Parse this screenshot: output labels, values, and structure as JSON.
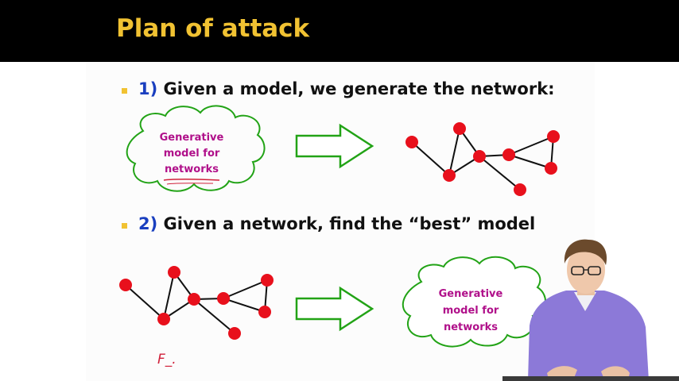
{
  "slide": {
    "title": "Plan of attack",
    "bullets": [
      {
        "number": "1)",
        "text": "Given a model, we generate the network:"
      },
      {
        "number": "2)",
        "text": "Given a network, find the “best” model"
      }
    ],
    "cloud_top_lines": [
      "Generative",
      "model for",
      "networks"
    ],
    "cloud_bottom_lines": [
      "Generative",
      "model for",
      "networks"
    ],
    "handwritten_note": "F_."
  },
  "colors": {
    "title_bar": "#000000",
    "title_text": "#f1c232",
    "bullet_marker": "#f1c232",
    "bullet_number": "#1a3fbf",
    "cloud_outline": "#22a316",
    "cloud_text": "#b0108a",
    "arrow_outline": "#22a316",
    "node_fill": "#e8101c",
    "edge": "#111111",
    "annotation_ink": "#d0203a"
  },
  "icons": {
    "arrow": "right-arrow-icon",
    "cloud": "cloud-icon",
    "node": "network-node-icon"
  }
}
